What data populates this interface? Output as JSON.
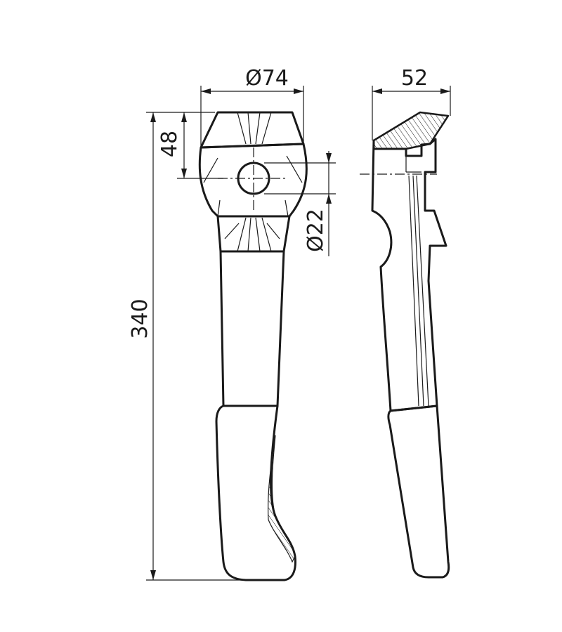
{
  "dimensions": {
    "total_length": "340",
    "head_height": "48",
    "head_diameter": "Ø74",
    "bore_diameter": "Ø22",
    "side_width": "52"
  }
}
